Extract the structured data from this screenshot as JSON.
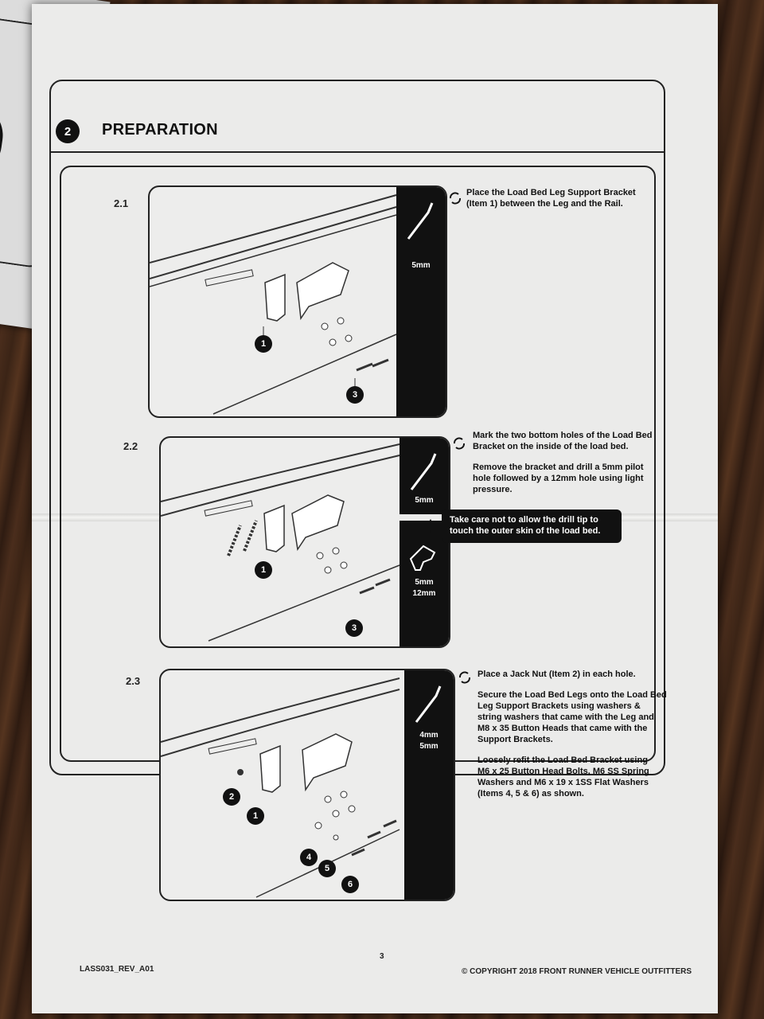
{
  "section": {
    "number": "2",
    "title": "PREPARATION"
  },
  "steps": [
    {
      "num": "2.1",
      "tools": [
        "5mm"
      ],
      "callouts": [
        "1",
        "3"
      ],
      "text": [
        "Place the Load Bed Leg Support Bracket",
        "(Item 1) between the Leg and the Rail."
      ]
    },
    {
      "num": "2.2",
      "tools": [
        "5mm"
      ],
      "drill_tools": [
        "5mm",
        "12mm"
      ],
      "callouts": [
        "1",
        "3"
      ],
      "text": [
        "Mark the two bottom holes of the Load Bed",
        "Bracket on the inside of the load bed.",
        "",
        "Remove the bracket and drill a 5mm pilot",
        "hole followed by a 12mm hole using light",
        "pressure."
      ],
      "warning": [
        "Take care not to allow the drill tip to",
        "touch the outer skin of the load bed."
      ]
    },
    {
      "num": "2.3",
      "tools": [
        "4mm",
        "5mm"
      ],
      "callouts": [
        "2",
        "1",
        "4",
        "5",
        "6"
      ],
      "text": [
        "Place a Jack Nut (Item 2) in each hole.",
        "",
        "Secure the Load Bed Legs onto the Load Bed",
        "Leg Support Brackets using washers &",
        "string washers that came with the Leg and",
        "M8 x 35 Button Heads that came with the",
        "Support Brackets.",
        "",
        "Loosely refit the Load Bed Bracket using",
        "M6 x 25 Button Head Bolts, M6 SS Spring",
        "Washers and M6 x 19 x 1SS Flat Washers",
        "(Items 4, 5 & 6) as shown."
      ]
    }
  ],
  "footer": {
    "doc_code": "LASS031_REV_A01",
    "page": "3",
    "copyright": "© COPYRIGHT  2018 FRONT RUNNER VEHICLE OUTFITTERS"
  },
  "icons": {
    "rotate": "rotate-arrows-icon",
    "warning": "warning-triangle-icon",
    "hex_key": "hex-key-icon",
    "drill": "drill-icon"
  }
}
